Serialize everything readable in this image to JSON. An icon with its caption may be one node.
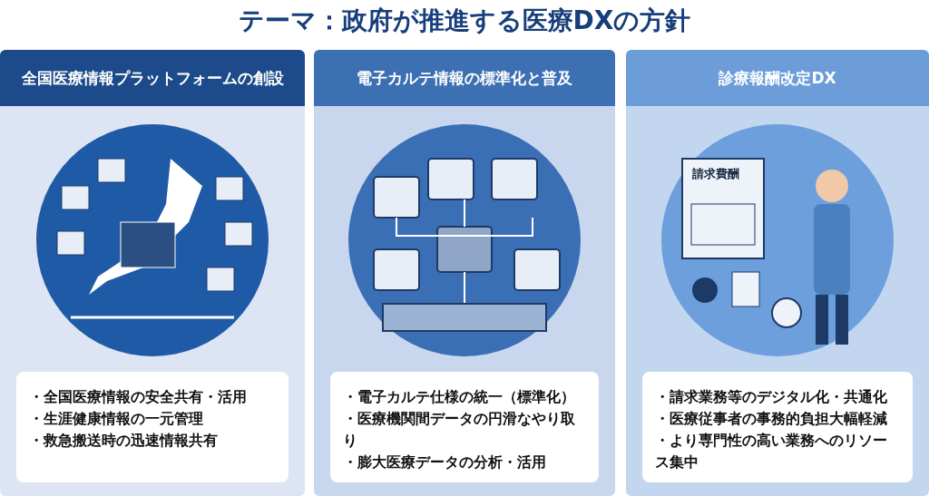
{
  "diagram": {
    "title": "テーマ：政府が推進する医療DXの方針",
    "nodes": [
      {
        "text": [
          "全国医療情報プラットフォームの創設"
        ]
      },
      {
        "text": [
          "・全国医療情報の安全共有・活用",
          "・生涯健康情報の一元管理",
          "・救急搬送時の迅速情報共有"
        ],
        "in": 0
      },
      {
        "text": [
          "電子カルテ情報の標準化と普及"
        ]
      },
      {
        "text": [
          "・電子カルテ仕様の統一（標準化）",
          "・医療機関間データの円滑なやり取り",
          "・膨大医療データの分析・活用"
        ],
        "in": 2
      },
      {
        "text": [
          "診療報酬改定DX"
        ]
      },
      {
        "text": [
          "・請求業務等のデジタル化・共通化",
          "・医療従事者の事務的負担大幅軽減",
          "・より専門性の高い業務へのリソース集中"
        ],
        "in": 4
      }
    ],
    "edges": [],
    "labels": [
      "請求費酬"
    ]
  }
}
